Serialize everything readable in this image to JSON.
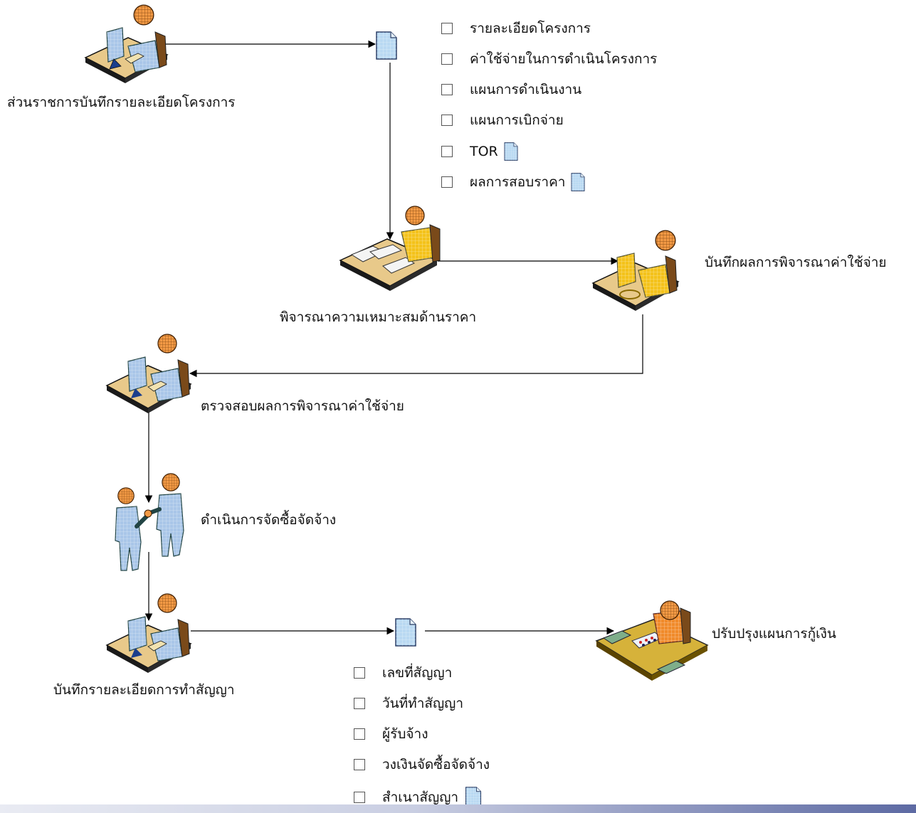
{
  "nodes": {
    "start": "ส่วนราชการบันทึกรายละเอียดโครงการ",
    "consider_price": "พิจารณาความเหมาะสมด้านราคา",
    "record_result": "บันทึกผลการพิจารณาค่าใช้จ่าย",
    "verify_result": "ตรวจสอบผลการพิจารณาค่าใช้จ่าย",
    "procurement": "ดำเนินการจัดซื้อจัดจ้าง",
    "record_contract": "บันทึกรายละเอียดการทำสัญญา",
    "update_loan_plan": "ปรับปรุงแผนการกู้เงิน"
  },
  "project_documents": [
    {
      "label": "รายละเอียดโครงการ",
      "icon": null
    },
    {
      "label": "ค่าใช้จ่ายในการดำเนินโครงการ",
      "icon": null
    },
    {
      "label": "แผนการดำเนินงาน",
      "icon": null
    },
    {
      "label": "แผนการเบิกจ่าย",
      "icon": null
    },
    {
      "label": "TOR",
      "icon": "document-icon"
    },
    {
      "label": "ผลการสอบราคา",
      "icon": "document-icon"
    }
  ],
  "contract_documents": [
    {
      "label": "เลขที่สัญญา",
      "icon": null
    },
    {
      "label": "วันที่ทำสัญญา",
      "icon": null
    },
    {
      "label": "ผู้รับจ้าง",
      "icon": null
    },
    {
      "label": "วงเงินจัดซื้อจัดจ้าง",
      "icon": null
    },
    {
      "label": "สำเนาสัญญา",
      "icon": "document-icon"
    }
  ],
  "colors": {
    "blue_person": "#a9c6e8",
    "yellow_person": "#f4c21a",
    "orange_person": "#f08a2a",
    "desk": "#e8c98a",
    "document": "#b9d9f2"
  }
}
